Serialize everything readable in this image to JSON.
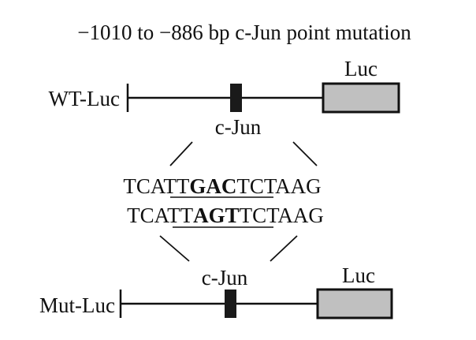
{
  "title": "−1010 to −886 bp  c-Jun point mutation",
  "wt": {
    "construct_label": "WT-Luc",
    "site_label": "c-Jun",
    "reporter_label": "Luc"
  },
  "mut": {
    "construct_label": "Mut-Luc",
    "site_label": "c-Jun",
    "reporter_label": "Luc"
  },
  "sequences": {
    "wild_type": {
      "prefix": "TCATT",
      "core": "GAC",
      "suffix": "TCTAAG"
    },
    "mutant": {
      "prefix": "TCATT",
      "core": "AGT",
      "suffix": "TCTAAG"
    }
  },
  "colors": {
    "line": "#111111",
    "site_box": "#1a1a1a",
    "reporter_fill": "#c0c0c0",
    "reporter_border": "#111111"
  }
}
